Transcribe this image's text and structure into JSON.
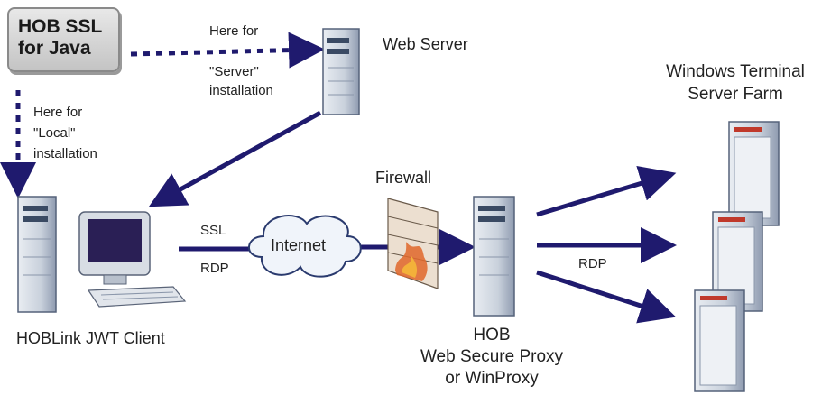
{
  "badge": {
    "line1": "HOB SSL",
    "line2": "for Java"
  },
  "server_install": {
    "line1": "Here for",
    "line2": "\"Server\"",
    "line3": "installation"
  },
  "local_install": {
    "line1": "Here for",
    "line2": "\"Local\"",
    "line3": "installation"
  },
  "web_server_label": "Web Server",
  "farm_label": {
    "line1": "Windows Terminal",
    "line2": "Server Farm"
  },
  "firewall_label": "Firewall",
  "internet_label": "Internet",
  "ssl_label": "SSL",
  "rdp_label_left": "RDP",
  "rdp_label_right": "RDP",
  "client_label": "HOBLink JWT Client",
  "proxy_label": {
    "line1": "HOB",
    "line2": "Web Secure Proxy",
    "line3": "or WinProxy"
  },
  "colors": {
    "arrow": "#1f1a6e",
    "server_body": "#cfd6e0",
    "server_dark": "#3a4a63",
    "badge_bg": "#d4d4d4"
  }
}
